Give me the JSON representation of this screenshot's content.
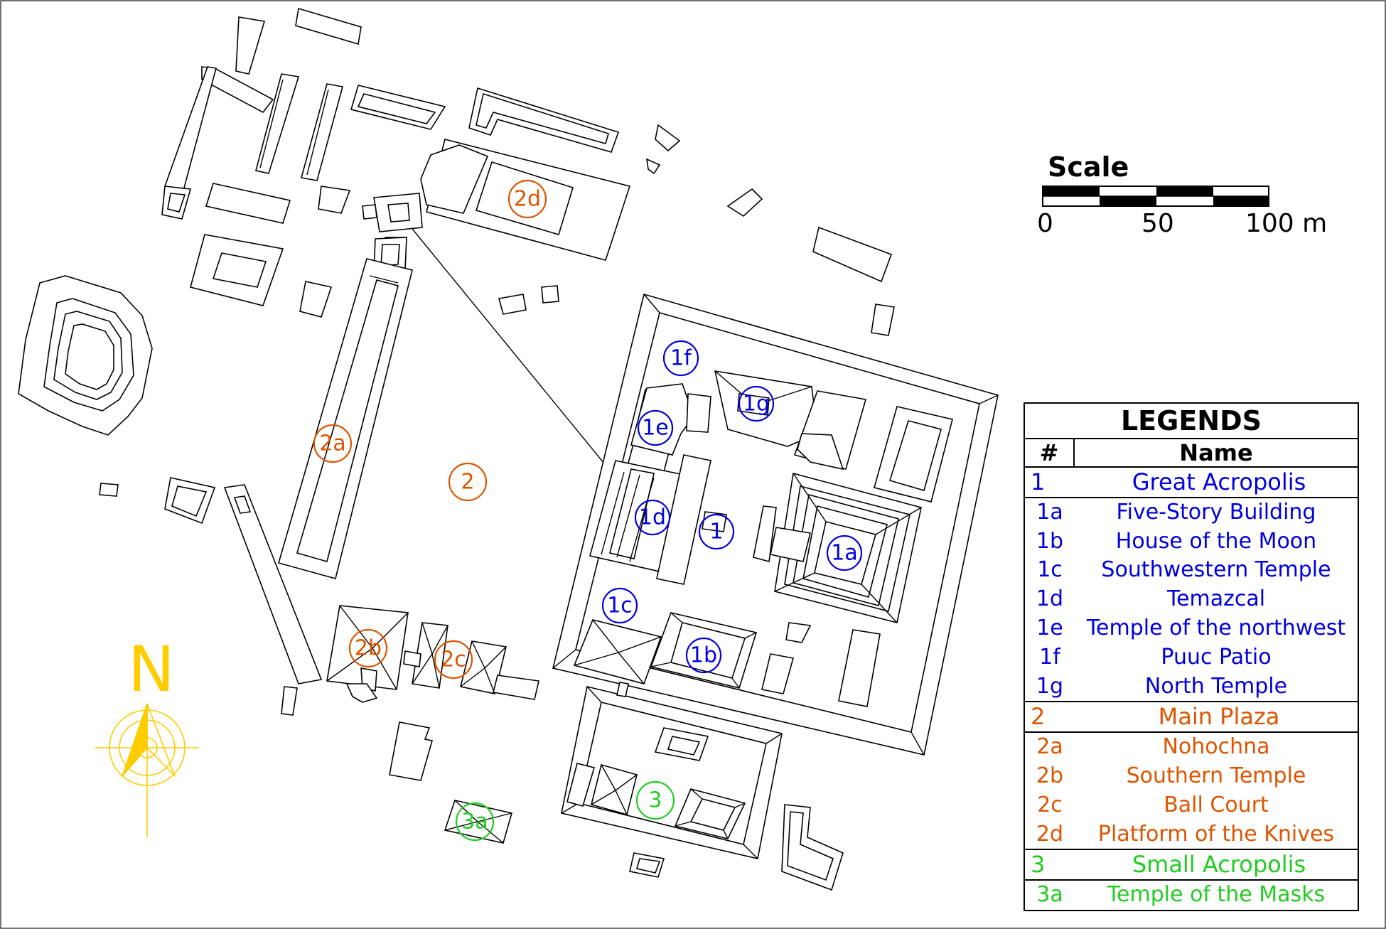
{
  "colors": {
    "blue": "#0000dd",
    "orange": "#dd5500",
    "green": "#22cc22",
    "north": "#ffcc00",
    "line": "#000000"
  },
  "scale": {
    "title": "Scale",
    "label_0": "0",
    "label_50": "50",
    "label_100": "100 m"
  },
  "north": {
    "label": "N",
    "icon": "compass-rose-icon"
  },
  "markers": [
    {
      "label": "1",
      "group": "blue"
    },
    {
      "label": "1a",
      "group": "blue"
    },
    {
      "label": "1b",
      "group": "blue"
    },
    {
      "label": "1c",
      "group": "blue"
    },
    {
      "label": "1d",
      "group": "blue"
    },
    {
      "label": "1e",
      "group": "blue"
    },
    {
      "label": "1f",
      "group": "blue"
    },
    {
      "label": "1g",
      "group": "blue"
    },
    {
      "label": "2",
      "group": "orange"
    },
    {
      "label": "2a",
      "group": "orange"
    },
    {
      "label": "2b",
      "group": "orange"
    },
    {
      "label": "2c",
      "group": "orange"
    },
    {
      "label": "2d",
      "group": "orange"
    },
    {
      "label": "3",
      "group": "green"
    },
    {
      "label": "3a",
      "group": "green"
    }
  ],
  "legend": {
    "title": "LEGENDS",
    "col_num": "#",
    "col_name": "Name",
    "rows": [
      {
        "num": "1",
        "name": "Great Acropolis",
        "group": "blue",
        "kind": "grp"
      },
      {
        "num": "1a",
        "name": "Five-Story Building",
        "group": "blue",
        "kind": "sub"
      },
      {
        "num": "1b",
        "name": "House of the Moon",
        "group": "blue",
        "kind": "sub"
      },
      {
        "num": "1c",
        "name": "Southwestern Temple",
        "group": "blue",
        "kind": "sub"
      },
      {
        "num": "1d",
        "name": "Temazcal",
        "group": "blue",
        "kind": "sub"
      },
      {
        "num": "1e",
        "name": "Temple of the northwest",
        "group": "blue",
        "kind": "sub"
      },
      {
        "num": "1f",
        "name": "Puuc Patio",
        "group": "blue",
        "kind": "sub"
      },
      {
        "num": "1g",
        "name": "North Temple",
        "group": "blue",
        "kind": "lastsub"
      },
      {
        "num": "2",
        "name": "Main Plaza",
        "group": "orange",
        "kind": "grp"
      },
      {
        "num": "2a",
        "name": "Nohochna",
        "group": "orange",
        "kind": "sub"
      },
      {
        "num": "2b",
        "name": "Southern Temple",
        "group": "orange",
        "kind": "sub"
      },
      {
        "num": "2c",
        "name": "Ball Court",
        "group": "orange",
        "kind": "sub"
      },
      {
        "num": "2d",
        "name": "Platform of the Knives",
        "group": "orange",
        "kind": "lastsub"
      },
      {
        "num": "3",
        "name": "Small Acropolis",
        "group": "green",
        "kind": "grp"
      },
      {
        "num": "3a",
        "name": "Temple of the Masks",
        "group": "green",
        "kind": "sub"
      }
    ]
  }
}
